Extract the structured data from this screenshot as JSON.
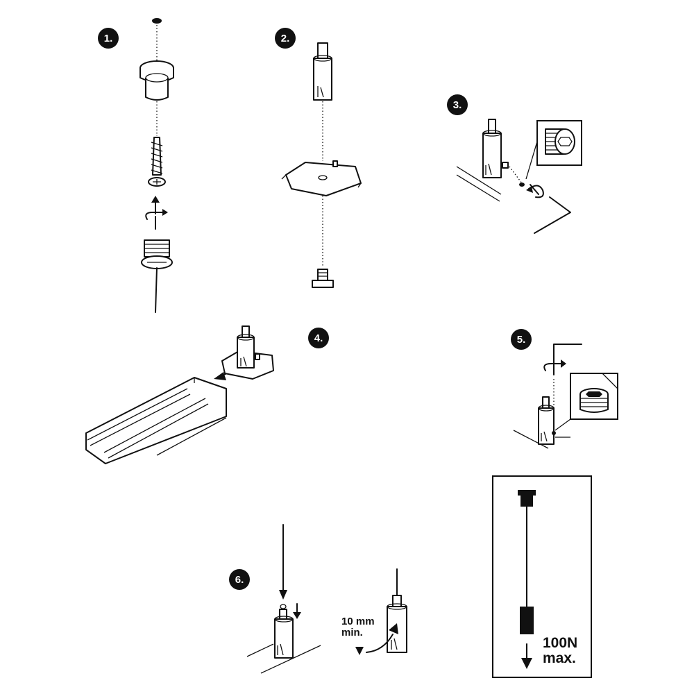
{
  "steps": [
    {
      "label": "1.",
      "icon": "anchor-and-screw-icon"
    },
    {
      "label": "2.",
      "icon": "cable-gripper-and-clip-icon"
    },
    {
      "label": "3.",
      "icon": "set-screw-allen-key-icon"
    },
    {
      "label": "4.",
      "icon": "slide-into-track-icon"
    },
    {
      "label": "5.",
      "icon": "tighten-set-screw-icon"
    },
    {
      "label": "6.",
      "icon": "insert-cable-icon"
    }
  ],
  "step6": {
    "label_line1": "10 mm",
    "label_line2": "min."
  },
  "load_box": {
    "label_line1": "100N",
    "label_line2": "max."
  },
  "colors": {
    "ink": "#111111",
    "paper": "#ffffff"
  }
}
